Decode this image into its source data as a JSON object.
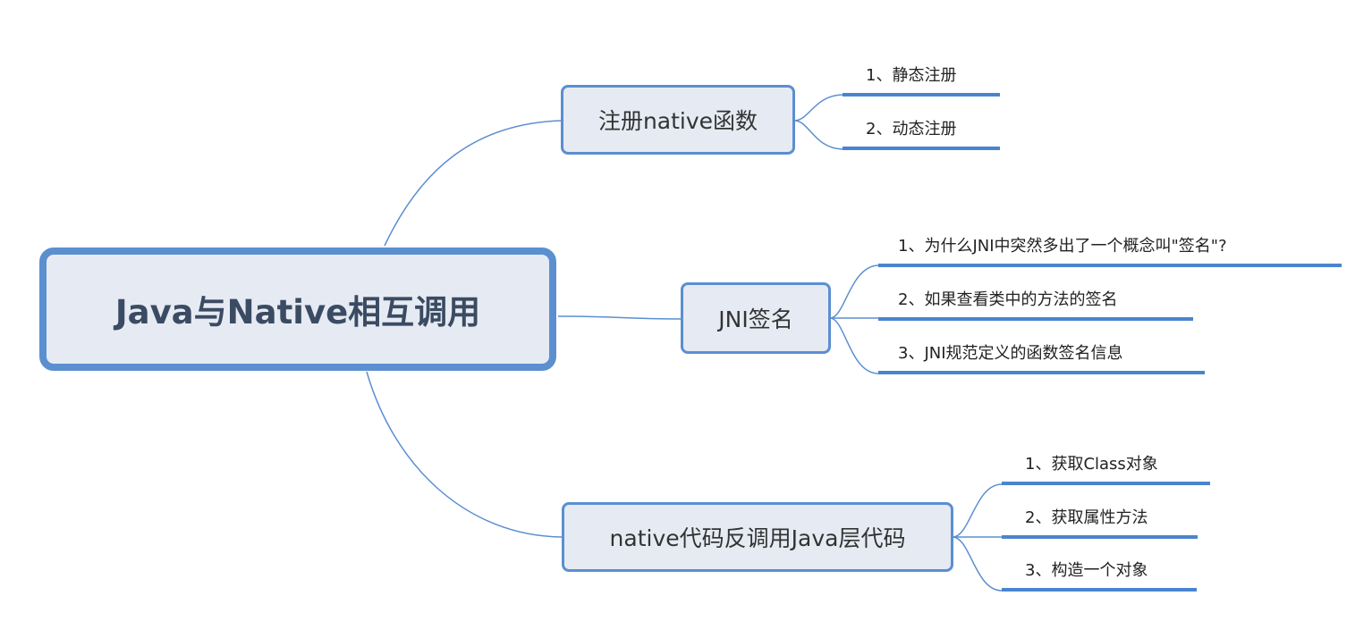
{
  "mindmap": {
    "root": {
      "label": "Java与Native相互调用"
    },
    "branches": [
      {
        "label": "注册native函数",
        "children": [
          "1、静态注册",
          "2、动态注册"
        ]
      },
      {
        "label": "JNI签名",
        "children": [
          "1、为什么JNI中突然多出了一个概念叫\"签名\"?",
          "2、如果查看类中的方法的签名",
          "3、JNI规范定义的函数签名信息"
        ]
      },
      {
        "label": "native代码反调用Java层代码",
        "children": [
          "1、获取Class对象",
          "2、获取属性方法",
          "3、构造一个对象"
        ]
      }
    ]
  },
  "colors": {
    "node_fill": "#e6ebf3",
    "node_border": "#5b8fd0",
    "connector": "#5b8fd0",
    "leaf_underline": "#4a84cf",
    "root_text": "#3b4b63"
  }
}
